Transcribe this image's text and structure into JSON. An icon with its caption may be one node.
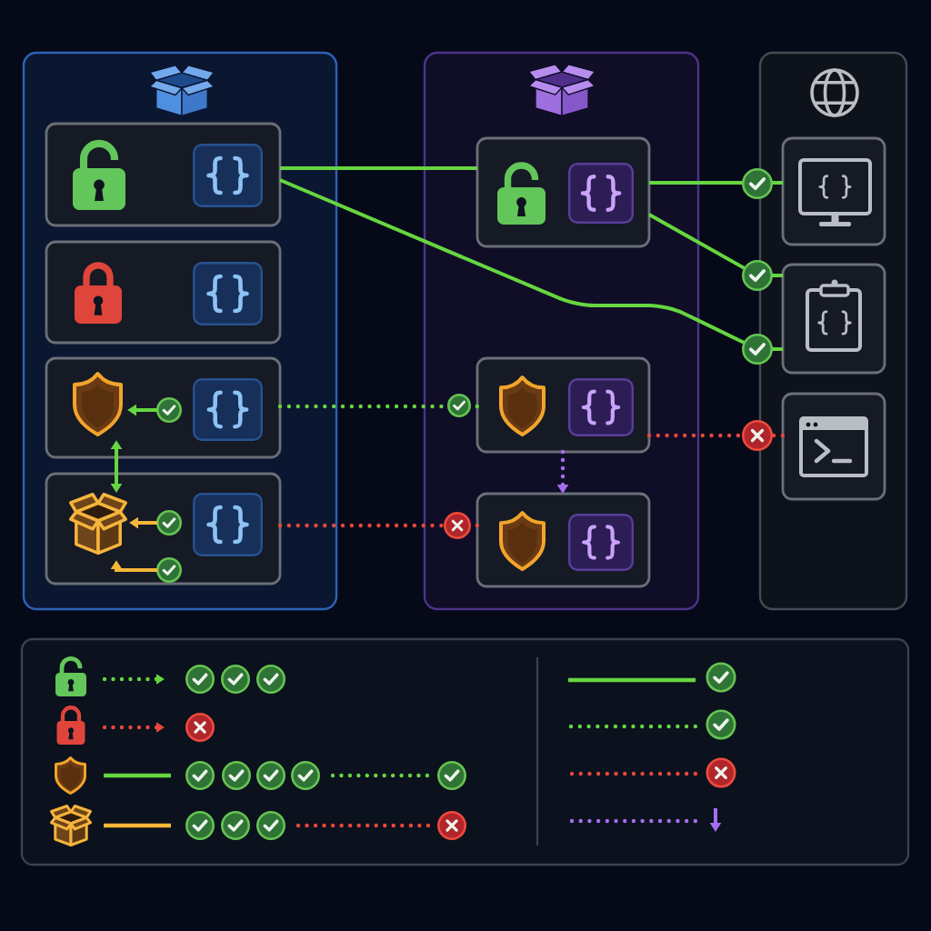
{
  "diagram": {
    "nodes": [
      {
        "text": [],
        "shape": "box"
      },
      {
        "text": [],
        "shape": "box",
        "in": 0
      },
      {
        "text": [],
        "shape": "box",
        "in": 0
      },
      {
        "text": [],
        "shape": "box",
        "in": 0
      },
      {
        "text": [],
        "shape": "shield",
        "in": 3
      },
      {
        "text": [],
        "shape": "circle",
        "in": 3
      },
      {
        "text": [],
        "shape": "box",
        "in": 0
      },
      {
        "text": [],
        "shape": "picture",
        "in": 6
      },
      {
        "text": [],
        "shape": "circle",
        "in": 6
      },
      {
        "text": [],
        "shape": "circle",
        "in": 6
      },
      {
        "text": [],
        "shape": "box"
      },
      {
        "text": [],
        "shape": "box",
        "in": 10
      },
      {
        "text": [],
        "shape": "box",
        "in": 10
      },
      {
        "text": [],
        "shape": "box",
        "in": 10
      },
      {
        "text": [],
        "shape": "box"
      },
      {
        "text": [],
        "shape": "box",
        "in": 14
      },
      {
        "text": [],
        "shape": "box",
        "in": 14
      },
      {
        "text": [],
        "shape": "box",
        "in": 14
      },
      {
        "text": [],
        "shape": "box"
      }
    ],
    "edges": [
      {
        "from": 1,
        "to": 11,
        "arrow": "none"
      },
      {
        "from": 11,
        "to": 15,
        "arrow": "none"
      },
      {
        "from": 11,
        "to": 16,
        "arrow": "none"
      },
      {
        "from": 1,
        "to": 16,
        "arrow": "none"
      },
      {
        "from": 3,
        "to": 12,
        "arrow": "none",
        "style": "dashed"
      },
      {
        "from": 12,
        "to": 17,
        "arrow": "none",
        "style": "dashed",
        "color": "#e8473c"
      },
      {
        "from": 12,
        "to": 13,
        "arrow": "to",
        "style": "dashed",
        "color": "#a56df0"
      },
      {
        "from": 6,
        "to": 13,
        "arrow": "none",
        "style": "dashed",
        "color": "#e8473c"
      },
      {
        "from": 5,
        "to": 4,
        "arrow": "to"
      },
      {
        "from": 4,
        "to": 7,
        "arrow": "both"
      },
      {
        "from": 8,
        "to": 7,
        "arrow": "to",
        "color": "#f4b73a"
      },
      {
        "from": 9,
        "to": 7,
        "arrow": "to",
        "color": "#f4b73a"
      }
    ]
  }
}
